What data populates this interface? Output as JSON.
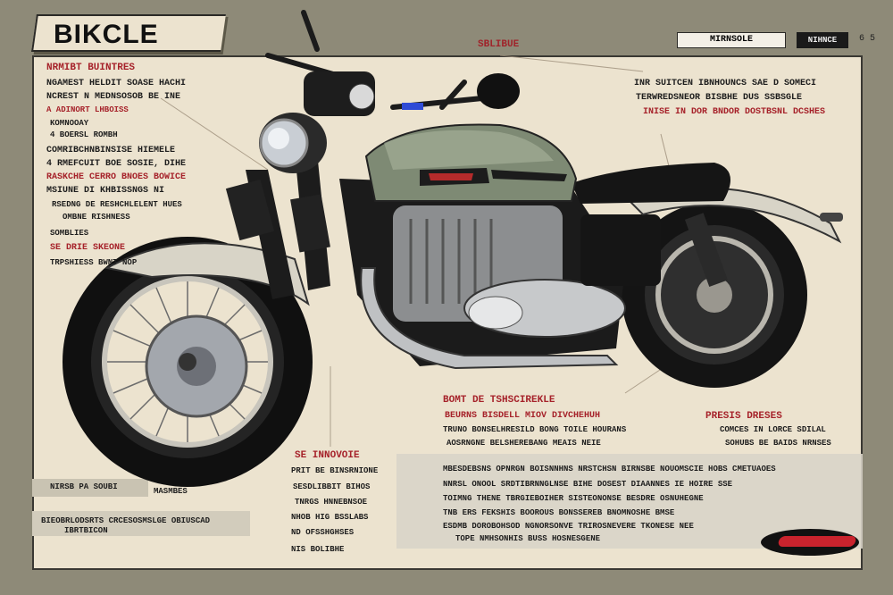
{
  "header": {
    "title": "BIKCLE",
    "center_label": "SBLIBUE",
    "right_box": "MIRNSOLE",
    "right_dark": "NIHNCE",
    "right_num": "6 5"
  },
  "left_column": {
    "heading1": "NRMIBT BUINTRES",
    "line1": "NGAMEST HELDIT SOASE HACHI",
    "line2": "NCREST N MEDNSOSOB BE INE",
    "line3": "A ADINORT LHBOISS",
    "bullet1": "KOMNOOAY",
    "bullet2": "4 BOERSL ROMBH",
    "heading2": "COMRIBCHNBINSISE HIEMELE",
    "line4": "4 RMEFCUIT BOE SOSIE, DIHE",
    "line5": "RASKCHE CERRO BNOES BOWICE",
    "line6": "MSIUNE DI KHBISSNGS NI",
    "bullet3": "RSEDNG DE RESHCHLELENT HUES",
    "bullet4": "OMBNE RISHNESS",
    "heading3": "SOMBLIES",
    "heading4": "SE DRIE SKEONE",
    "line7": "TRPSHIESS BWNT NOP"
  },
  "right_top": {
    "line1": "INR SUITCEN IBNHOUNCS SAE D SOMECI",
    "line2": "TERWREDSNEOR BISBHE DUS SSBSGLE",
    "line3": "INISE IN DOR BNDOR DOSTBSNL DCSHES"
  },
  "center": {
    "heading": "BOMT DE TSHSCIREKLE",
    "bullet1": "BEURNS BISDELL MIOV DIVCHEHUH",
    "line1": "TRUNO BONSELHRESILD BONG TOILE HOURANS",
    "line2": "AOSRNGNE BELSHEREBANG MEAIS NEIE",
    "right_heading": "PRESIS DRESES",
    "right_line1": "COMCES IN LORCE SDILAL",
    "right_line2": "SOHUBS BE BAIDS NRNSES"
  },
  "mid_left": {
    "heading": "SE INNOVOIE",
    "line1": "PRIT BE BINSRNIONE",
    "line2": "SESDLIBBIT BIHOS",
    "line3": "TNRGS HNNEBNSOE",
    "line4": "NHOB HIG BSSLABS",
    "line5": "ND OFSSHGHSES",
    "line6": "NIS BOLIBHE"
  },
  "bottom_panel": {
    "row1": "MBESDEBSNS OPNRGN BOISNNHNS NRSTCHSN BIRNSBE NOUOMSCIE HOBS CMETUAOES",
    "row2": "NNRSL ONOOL SRDTIBRNNGLNSE BIHE DOSEST DIAANNES IE HOIRE SSE",
    "row3": "TOIMNG THENE TBRGIEBOIHER SISTEONONSE BESDRE OSNUHEGNE",
    "row4": "TNB ERS FEKSHIS BOOROUS BONSSEREB BNOMNOSHE BMSE",
    "row5": "ESDMB DOROBOHSOD NGNORSONVE TRIROSNEVERE TKONESE NEE",
    "row6": "TOPE NMHSONHIS BUSS HOSNESGENE"
  },
  "bottom_left": {
    "band1": "NIRSB PA SOUBI",
    "band1b": "MASMBES",
    "band2": "BIEOBRLODSRTS CRCESOSMSLGE OBIUSCAD",
    "band2b": "IBRTBICON"
  },
  "colors": {
    "background": "#8e8a78",
    "sheet": "#ece3cf",
    "accent_red": "#a6222a",
    "tank": "#7e8a74"
  }
}
